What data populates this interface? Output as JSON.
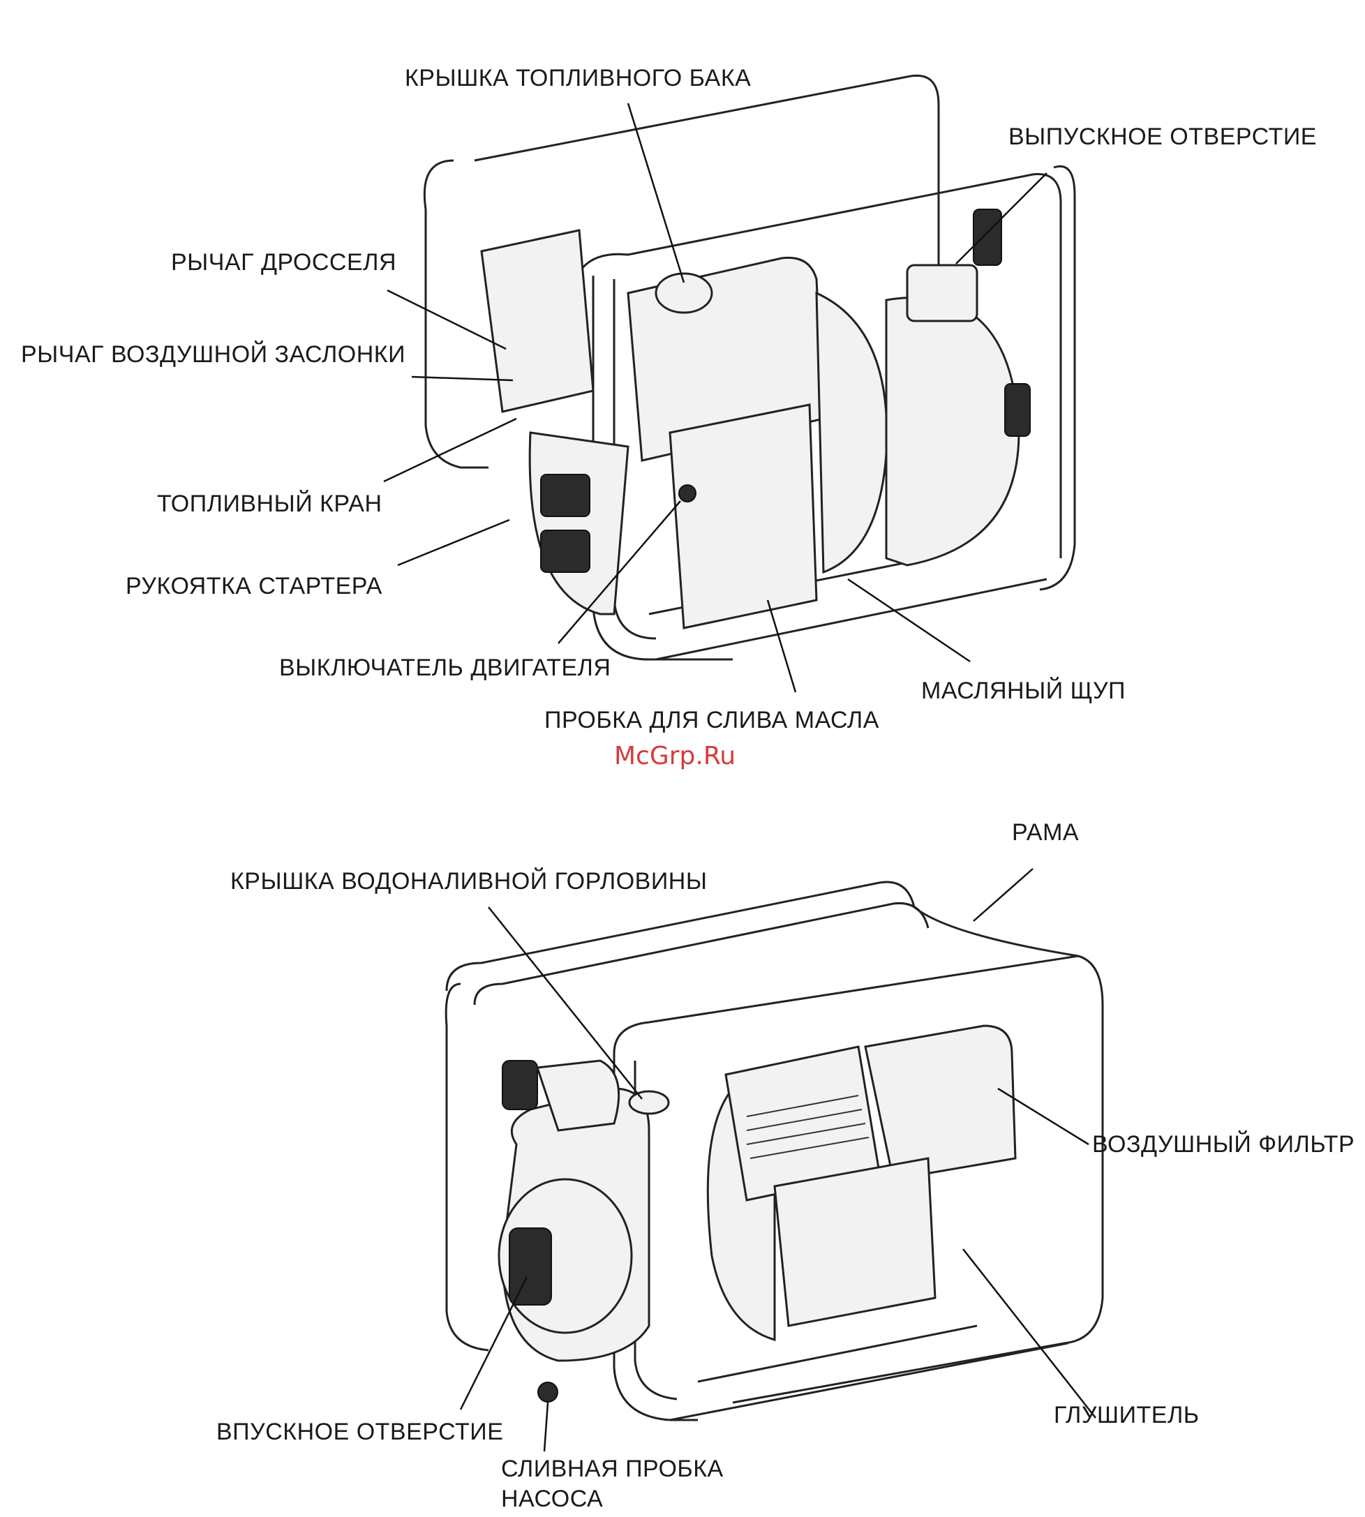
{
  "top_view": {
    "labels": {
      "fuel_tank_cap": "КРЫШКА ТОПЛИВНОГО БАКА",
      "outlet": "ВЫПУСКНОЕ ОТВЕРСТИЕ",
      "throttle_lever": "РЫЧАГ ДРОССЕЛЯ",
      "choke_lever": "РЫЧАГ ВОЗДУШНОЙ ЗАСЛОНКИ",
      "fuel_valve": "ТОПЛИВНЫЙ КРАН",
      "starter_grip": "РУКОЯТКА СТАРТЕРА",
      "engine_switch": "ВЫКЛЮЧАТЕЛЬ ДВИГАТЕЛЯ",
      "oil_drain_plug": "ПРОБКА ДЛЯ СЛИВА МАСЛА",
      "oil_dipstick": "МАСЛЯНЫЙ ЩУП"
    }
  },
  "watermark": {
    "text": "McGrp.Ru",
    "color": "#d93a3a"
  },
  "bottom_view": {
    "labels": {
      "frame": "РАМА",
      "priming_cap": "КРЫШКА ВОДОНАЛИВНОЙ ГОРЛОВИНЫ",
      "air_filter": "ВОЗДУШНЫЙ ФИЛЬТР",
      "inlet": "ВПУСКНОЕ ОТВЕРСТИЕ",
      "muffler": "ГЛУШИТЕЛЬ",
      "pump_drain_line1": "СЛИВНАЯ ПРОБКА",
      "pump_drain_line2": "НАСОСА"
    }
  }
}
